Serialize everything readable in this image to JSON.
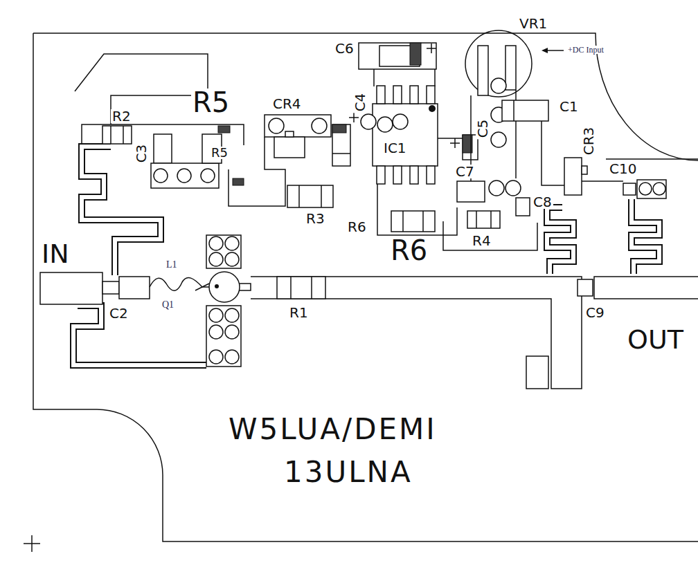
{
  "diagram": {
    "labels": [
      "VR1",
      "+DC Input",
      "C6",
      "C1",
      "R5",
      "C4",
      "CR4",
      "R2",
      "C3",
      "R5",
      "C5",
      "IC1",
      "CR3",
      "C10",
      "C7",
      "C8",
      "R3",
      "R6",
      "R6",
      "R4",
      "IN",
      "L1",
      "Q1",
      "C2",
      "R1",
      "C9",
      "OUT",
      "W5LUA/DEMI",
      "13ULNA"
    ]
  }
}
